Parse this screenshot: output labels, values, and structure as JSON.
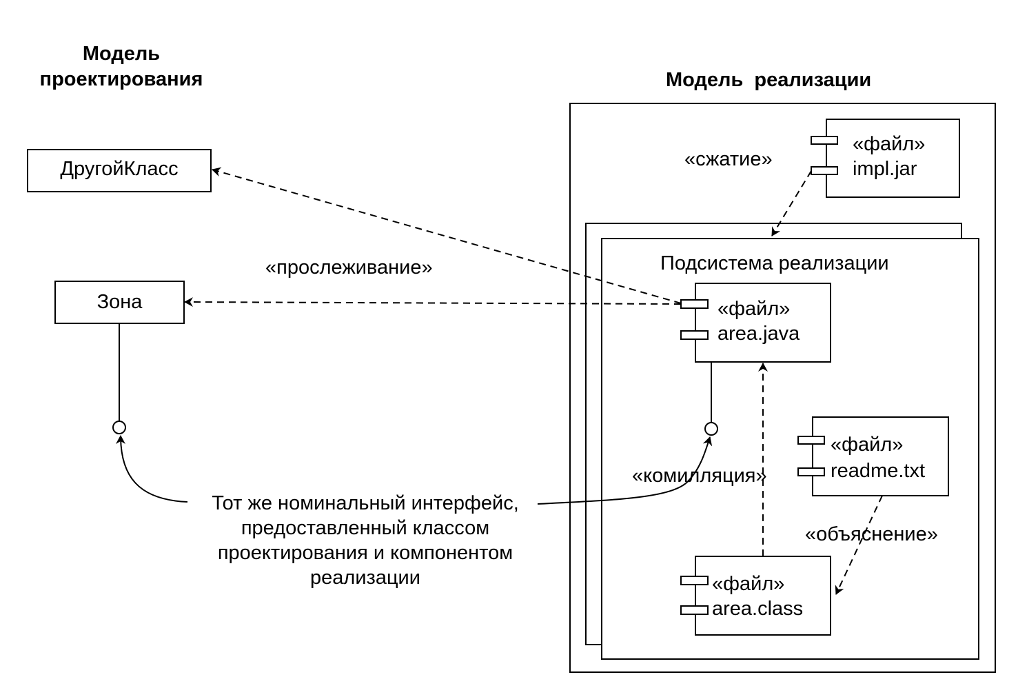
{
  "design_model": {
    "title_line1": "Модель",
    "title_line2": "проектирования",
    "classes": {
      "other_class": "ДругойКласс",
      "zone": "Зона"
    }
  },
  "impl_model": {
    "title": "Модель  реализации",
    "subsystem_title": "Подсистема реализации",
    "components": {
      "impl_jar": {
        "stereotype": "«файл»",
        "name": "impl.jar"
      },
      "area_java": {
        "stereotype": "«файл»",
        "name": "area.java"
      },
      "readme_txt": {
        "stereotype": "«файл»",
        "name": "readme.txt"
      },
      "area_class": {
        "stereotype": "«файл»",
        "name": "area.class"
      }
    }
  },
  "relations": {
    "trace": "«прослеживание»",
    "compress": "«сжатие»",
    "compile": "«комилляция»",
    "explain": "«объяснение»"
  },
  "note": {
    "line1": "Тот же номинальный интерфейс,",
    "line2": "предоставленный классом",
    "line3": "проектирования и компонентом",
    "line4": "реализации"
  }
}
